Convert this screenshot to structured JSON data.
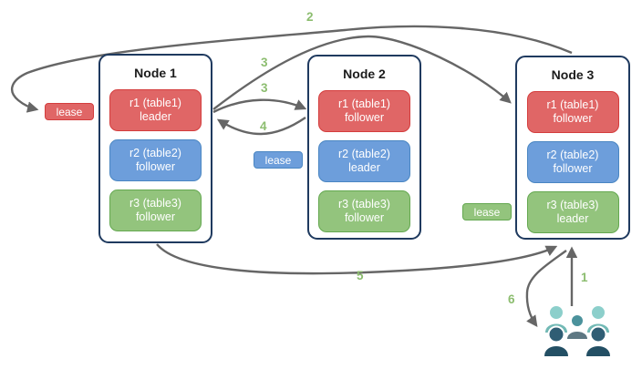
{
  "diagram": {
    "nodes": [
      {
        "title": "Node 1",
        "ranges": [
          {
            "label": "r1 (table1)",
            "role": "leader",
            "color": "red"
          },
          {
            "label": "r2 (table2)",
            "role": "follower",
            "color": "blue"
          },
          {
            "label": "r3 (table3)",
            "role": "follower",
            "color": "green"
          }
        ]
      },
      {
        "title": "Node 2",
        "ranges": [
          {
            "label": "r1 (table1)",
            "role": "follower",
            "color": "red"
          },
          {
            "label": "r2 (table2)",
            "role": "leader",
            "color": "blue"
          },
          {
            "label": "r3 (table3)",
            "role": "follower",
            "color": "green"
          }
        ]
      },
      {
        "title": "Node 3",
        "ranges": [
          {
            "label": "r1 (table1)",
            "role": "follower",
            "color": "red"
          },
          {
            "label": "r2 (table2)",
            "role": "follower",
            "color": "blue"
          },
          {
            "label": "r3 (table3)",
            "role": "leader",
            "color": "green"
          }
        ]
      }
    ],
    "leases": [
      {
        "label": "lease",
        "color": "red"
      },
      {
        "label": "lease",
        "color": "blue"
      },
      {
        "label": "lease",
        "color": "green"
      }
    ],
    "steps": {
      "s1": "1",
      "s2": "2",
      "s3a": "3",
      "s3b": "3",
      "s4": "4",
      "s5": "5",
      "s6": "6"
    },
    "icons": {
      "users": "users-icon"
    },
    "colors": {
      "red_fill": "#e06666",
      "red_border": "#d43d3d",
      "blue_fill": "#6d9edb",
      "blue_border": "#4a86c2",
      "green_fill": "#93c47d",
      "green_border": "#64a850",
      "arrow": "#666666",
      "step_label": "#8cbd6f",
      "node_border": "#1f3a5f",
      "users_light": "#8ccfcb",
      "users_mid": "#4b929c",
      "users_gray": "#5e7883",
      "users_dark": "#2f5d74"
    }
  }
}
